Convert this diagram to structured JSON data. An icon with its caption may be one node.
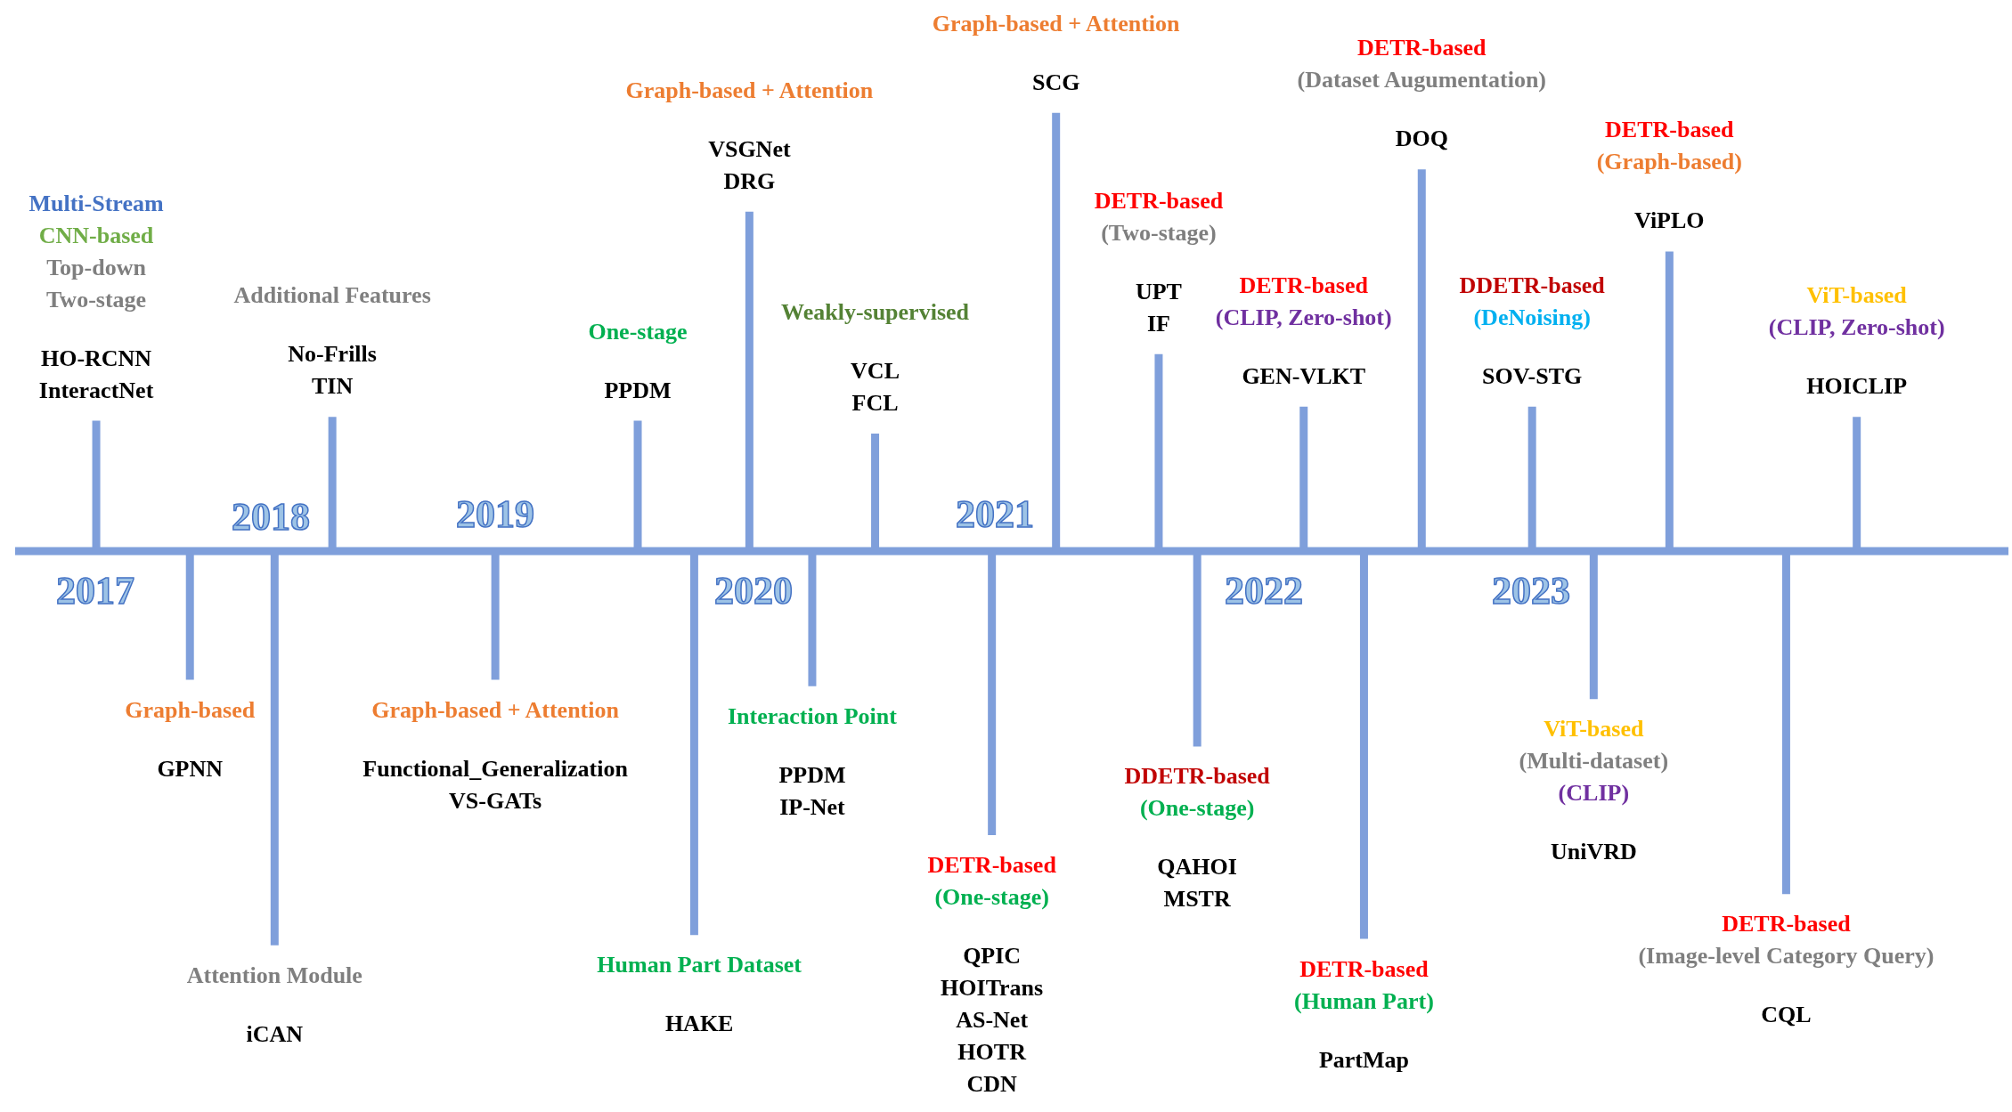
{
  "diagram": {
    "nodes": [
      {
        "text": [
          "Multi-Stream",
          "CNN-based",
          "Top-down",
          "Two-stage",
          "HO-RCNN",
          "InteractNet"
        ]
      },
      {
        "text": [
          "Graph-based",
          "GPNN"
        ]
      },
      {
        "text": [
          "Attention Module",
          "iCAN"
        ]
      },
      {
        "text": [
          "Additional Features",
          "No-Frills",
          "TIN"
        ]
      },
      {
        "text": [
          "Graph-based + Attention",
          "Functional_Generalization",
          "VS-GATs"
        ]
      },
      {
        "text": [
          "One-stage",
          "PPDM"
        ]
      },
      {
        "text": [
          "Human Part Dataset",
          "HAKE"
        ]
      },
      {
        "text": [
          "Graph-based + Attention",
          "VSGNet",
          "DRG"
        ]
      },
      {
        "text": [
          "Interaction Point",
          "PPDM",
          "IP-Net"
        ]
      },
      {
        "text": [
          "Weakly-supervised",
          "VCL",
          "FCL"
        ]
      },
      {
        "text": [
          "DETR-based",
          "(One-stage)",
          "QPIC",
          "HOITrans",
          "AS-Net",
          "HOTR",
          "CDN"
        ]
      },
      {
        "text": [
          "Graph-based + Attention",
          "SCG"
        ]
      },
      {
        "text": [
          "DETR-based",
          "(Two-stage)",
          "UPT",
          "IF"
        ]
      },
      {
        "text": [
          "DDETR-based",
          "(One-stage)",
          "QAHOI",
          "MSTR"
        ]
      },
      {
        "text": [
          "DETR-based",
          "(CLIP, Zero-shot)",
          "GEN-VLKT"
        ]
      },
      {
        "text": [
          "DETR-based",
          "(Human Part)",
          "PartMap"
        ]
      },
      {
        "text": [
          "DETR-based",
          "(Dataset Augumentation)",
          "DOQ"
        ]
      },
      {
        "text": [
          "DDETR-based",
          "(DeNoising)",
          "SOV-STG"
        ]
      },
      {
        "text": [
          "ViT-based",
          "(Multi-dataset)",
          "(CLIP)",
          "UniVRD"
        ]
      },
      {
        "text": [
          "DETR-based",
          "(Graph-based)",
          "ViPLO"
        ]
      },
      {
        "text": [
          "DETR-based",
          "(Image-level Category Query)",
          "CQL"
        ]
      },
      {
        "text": [
          "ViT-based",
          "(CLIP, Zero-shot)",
          "HOICLIP"
        ]
      }
    ],
    "edges": [
      {
        "from": 0,
        "to": null,
        "arrow": "none"
      },
      {
        "from": 1,
        "to": null,
        "arrow": "none"
      },
      {
        "from": 2,
        "to": null,
        "arrow": "none"
      },
      {
        "from": 3,
        "to": null,
        "arrow": "none"
      },
      {
        "from": 4,
        "to": null,
        "arrow": "none"
      },
      {
        "from": 5,
        "to": null,
        "arrow": "none"
      },
      {
        "from": 6,
        "to": null,
        "arrow": "none"
      },
      {
        "from": 7,
        "to": null,
        "arrow": "none"
      },
      {
        "from": 8,
        "to": null,
        "arrow": "none"
      },
      {
        "from": 9,
        "to": null,
        "arrow": "none"
      },
      {
        "from": 10,
        "to": null,
        "arrow": "none"
      },
      {
        "from": 11,
        "to": null,
        "arrow": "none"
      },
      {
        "from": 12,
        "to": null,
        "arrow": "none"
      },
      {
        "from": 13,
        "to": null,
        "arrow": "none"
      },
      {
        "from": 14,
        "to": null,
        "arrow": "none"
      },
      {
        "from": 15,
        "to": null,
        "arrow": "none"
      },
      {
        "from": 16,
        "to": null,
        "arrow": "none"
      },
      {
        "from": 17,
        "to": null,
        "arrow": "none"
      },
      {
        "from": 18,
        "to": null,
        "arrow": "none"
      },
      {
        "from": 19,
        "to": null,
        "arrow": "none"
      },
      {
        "from": 20,
        "to": null,
        "arrow": "none"
      },
      {
        "from": 21,
        "to": null,
        "arrow": "none"
      }
    ],
    "labels": [
      "2017",
      "2018",
      "2019",
      "2020",
      "2021",
      "2022",
      "2023"
    ]
  }
}
